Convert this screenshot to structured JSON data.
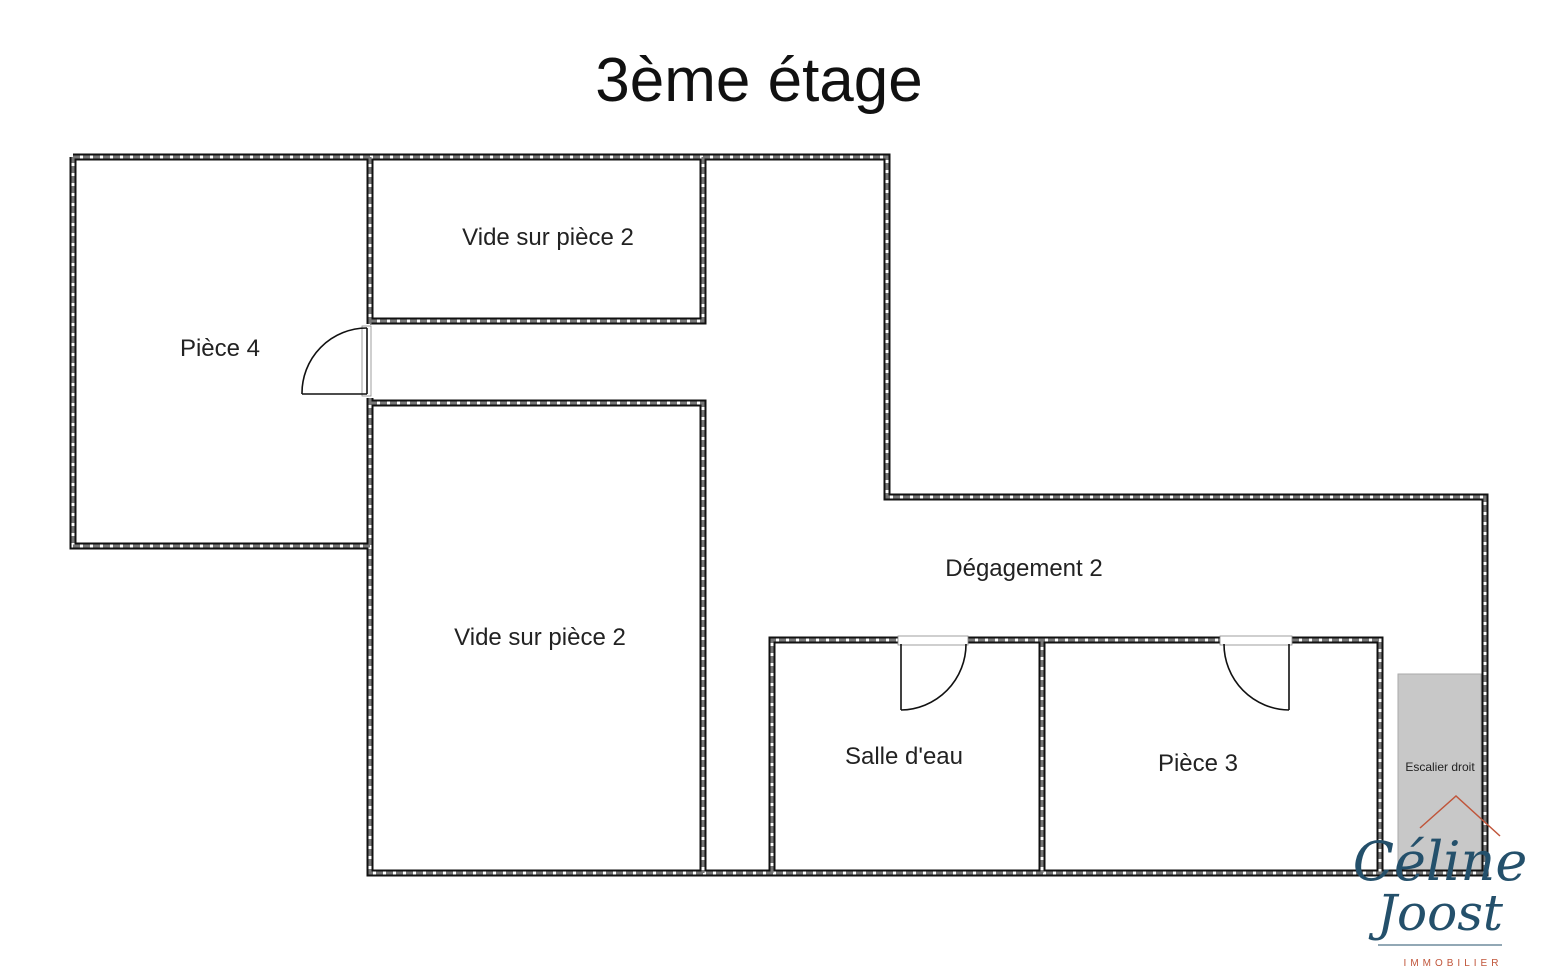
{
  "plan": {
    "title": "3ème étage",
    "rooms": {
      "piece4": "Pièce 4",
      "vide_top": "Vide sur pièce 2",
      "vide_bottom": "Vide sur pièce 2",
      "degagement": "Dégagement 2",
      "salle_eau": "Salle d'eau",
      "piece3": "Pièce 3",
      "escalier": "Escalier droit"
    }
  },
  "logo": {
    "name_line1": "Céline",
    "name_line2": "Joost",
    "tagline": "IMMOBILIER"
  },
  "colors": {
    "wall": "#111111",
    "hatch": "#777777",
    "stair_fill": "#c8c8c8",
    "logo_text": "#24506b",
    "logo_accent": "#c0553a"
  }
}
